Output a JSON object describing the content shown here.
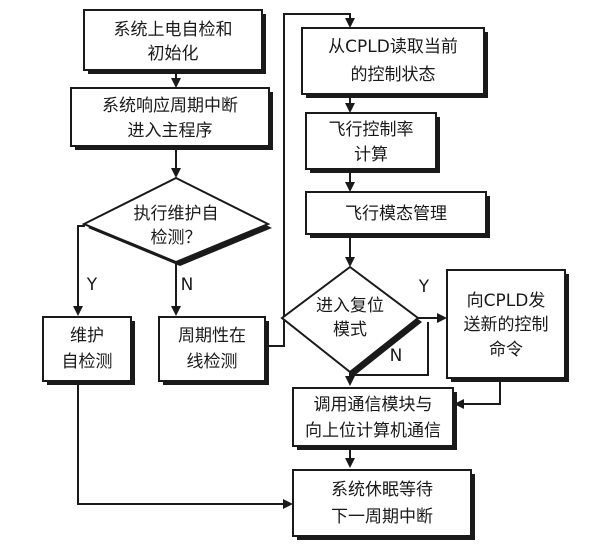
{
  "nodes": {
    "init": [
      "系统上电自检和",
      "初始化"
    ],
    "interrupt": [
      "系统响应周期中断",
      "进入主程序"
    ],
    "maint_check": [
      "执行维护自",
      "检测？"
    ],
    "maint": [
      "维护",
      "自检测"
    ],
    "periodic": [
      "周期性在",
      "线检测"
    ],
    "read_cpld": [
      "从CPLD读取当前",
      "的控制状态"
    ],
    "calc": [
      "飞行控制率",
      "计算"
    ],
    "mode": [
      "飞行模态管理"
    ],
    "reset": [
      "进入复位",
      "模式"
    ],
    "send_cpld": [
      "向CPLD发",
      "送新的控制",
      "命令"
    ],
    "comm": [
      "调用通信模块与",
      "向上位计算机通信"
    ],
    "sleep": [
      "系统休眠等待",
      "下一周期中断"
    ]
  },
  "labels": {
    "yes_left": "Y",
    "no_left": "N",
    "yes_right": "Y",
    "no_right": "N"
  }
}
